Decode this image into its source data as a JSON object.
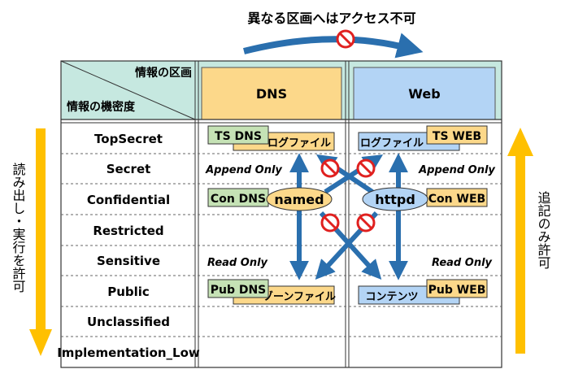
{
  "top_label": "異なる区画へはアクセス不可",
  "left_label": "読み出し・実行を許可",
  "right_label": "追記のみ許可",
  "header": {
    "compartment_label": "情報の区画",
    "sensitivity_label": "情報の機密度"
  },
  "columns": [
    {
      "name": "DNS",
      "color": "#fcd88a"
    },
    {
      "name": "Web",
      "color": "#b3d4f5"
    }
  ],
  "levels": [
    "TopSecret",
    "Secret",
    "Confidential",
    "Restricted",
    "Sensitive",
    "Public",
    "Unclassified",
    "Implementation_Low"
  ],
  "dns": {
    "ts_label": "TS DNS",
    "log_label": "ログファイル",
    "con_label": "Con DNS",
    "process": "named",
    "pub_label": "Pub DNS",
    "zone_label": "ゾーンファイル",
    "append_only": "Append Only",
    "read_only": "Read Only"
  },
  "web": {
    "ts_label": "TS WEB",
    "log_label": "ログファイル",
    "con_label": "Con WEB",
    "process": "httpd",
    "pub_label": "Pub WEB",
    "content_label": "コンテンツ",
    "append_only": "Append Only",
    "read_only": "Read Only"
  },
  "colors": {
    "header_bg": "#c6e8e0",
    "green_label": "#c5e2b5",
    "orange_label": "#fcd88a",
    "blue_label": "#b3d4f5",
    "yellow_arrow": "#ffc000",
    "blue_arrow": "#2a6fae",
    "no_sign": "#e0201f"
  }
}
